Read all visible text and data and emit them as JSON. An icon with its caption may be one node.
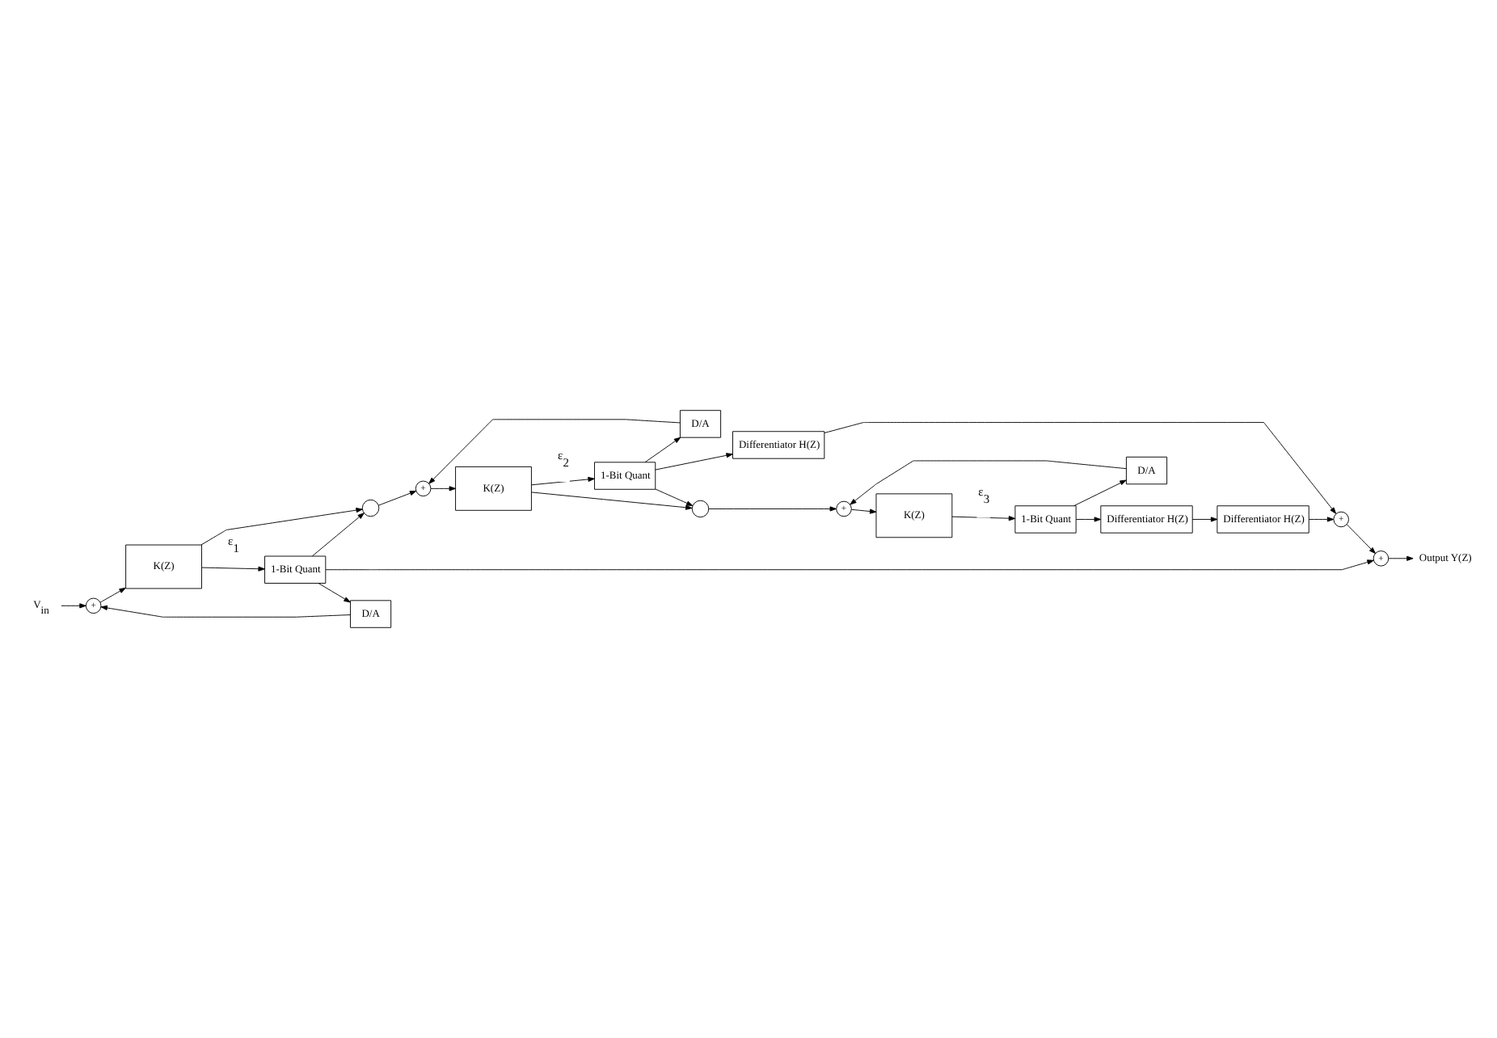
{
  "diagram": {
    "nodes": [
      {
        "text": [
          "V$_{in}$"
        ]
      },
      {
        "text": [
          "+"
        ]
      },
      {
        "text": [
          "K(Z)"
        ]
      },
      {
        "text": [
          "1-Bit Quant"
        ]
      },
      {
        "text": [
          "D/A"
        ]
      },
      {
        "text": [
          "+"
        ]
      },
      {
        "text": [
          "Output Y(Z)"
        ]
      },
      {
        "text": [],
        "shape": "circle"
      },
      {
        "text": [
          "+"
        ]
      },
      {
        "text": [
          "K(Z)"
        ]
      },
      {
        "text": [
          "1-Bit Quant"
        ]
      },
      {
        "text": [
          "Differentiator H(Z)"
        ]
      },
      {
        "text": [
          "+"
        ]
      },
      {
        "text": [
          "D/A"
        ]
      },
      {
        "text": [],
        "shape": "circle"
      },
      {
        "text": [
          "+"
        ]
      },
      {
        "text": [
          "K(Z)"
        ]
      },
      {
        "text": [
          "1-Bit Quant"
        ]
      },
      {
        "text": [
          "Differentiator H(Z)"
        ]
      },
      {
        "text": [
          "Differentiator H(Z)"
        ]
      },
      {
        "text": [
          "D/A"
        ]
      }
    ],
    "edges": [
      {
        "from": 0,
        "to": 1,
        "arrow": "to"
      },
      {
        "from": 1,
        "to": 2,
        "arrow": "to"
      },
      {
        "from": 2,
        "to": 3,
        "label": "ε$_{1}$",
        "arrow": "to"
      },
      {
        "from": 3,
        "to": 5,
        "arrow": "to"
      },
      {
        "from": 5,
        "to": 6,
        "arrow": "to"
      },
      {
        "from": 3,
        "to": 4,
        "arrow": "to"
      },
      {
        "from": 4,
        "to": 1,
        "arrow": "to"
      },
      {
        "from": 2,
        "to": 7,
        "arrow": "to"
      },
      {
        "from": 3,
        "to": 7,
        "arrow": "to"
      },
      {
        "from": 7,
        "to": 8,
        "arrow": "to"
      },
      {
        "from": 8,
        "to": 9,
        "arrow": "to"
      },
      {
        "from": 9,
        "to": 10,
        "label": "ε$_{2}$",
        "arrow": "to"
      },
      {
        "from": 10,
        "to": 11,
        "arrow": "to"
      },
      {
        "from": 11,
        "to": 12,
        "arrow": "to"
      },
      {
        "from": 12,
        "to": 5,
        "arrow": "to"
      },
      {
        "from": 10,
        "to": 13,
        "arrow": "to"
      },
      {
        "from": 13,
        "to": 8,
        "arrow": "to"
      },
      {
        "from": 9,
        "to": 14,
        "arrow": "to"
      },
      {
        "from": 10,
        "to": 14,
        "arrow": "to"
      },
      {
        "from": 14,
        "to": 15,
        "arrow": "to"
      },
      {
        "from": 15,
        "to": 16,
        "arrow": "to"
      },
      {
        "from": 16,
        "to": 17,
        "label": "ε$_{3}$",
        "arrow": "to"
      },
      {
        "from": 17,
        "to": 18,
        "arrow": "to"
      },
      {
        "from": 18,
        "to": 19,
        "arrow": "to"
      },
      {
        "from": 19,
        "to": 12,
        "arrow": "to"
      },
      {
        "from": 17,
        "to": 20,
        "arrow": "to"
      },
      {
        "from": 20,
        "to": 15,
        "arrow": "to"
      }
    ]
  }
}
